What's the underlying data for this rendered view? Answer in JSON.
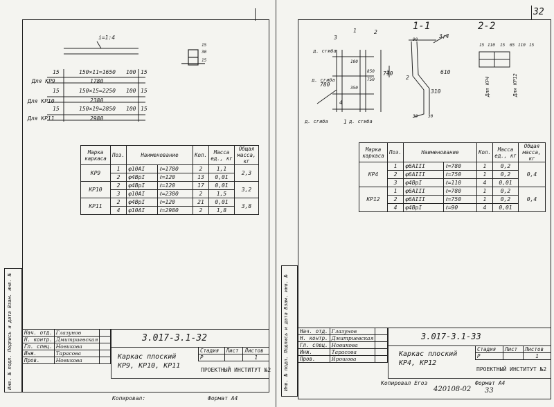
{
  "page_number": "32",
  "left": {
    "taper_label": "i=1:4",
    "dims": [
      {
        "left": "15",
        "mid": "150×11=1650",
        "right1": "100",
        "right2": "15"
      },
      {
        "label": "Для КР9",
        "total": "1780"
      },
      {
        "left": "15",
        "mid": "150×15=2250",
        "right1": "100",
        "right2": "15"
      },
      {
        "label": "Для КР10",
        "total": "2380"
      },
      {
        "left": "15",
        "mid": "150×19=2850",
        "right1": "100",
        "right2": "15"
      },
      {
        "label": "Для КР11",
        "total": "2980"
      }
    ],
    "section_dims": [
      "15",
      "30",
      "15"
    ],
    "table": {
      "headers": [
        "Марка каркаса",
        "Поз.",
        "Наименование",
        "Кол.",
        "Масса ед., кг",
        "Общая масса, кг"
      ],
      "rows": [
        {
          "mark": "КР9",
          "pos": "1",
          "name": "φ10AI",
          "len": "ℓ=1780",
          "qty": "2",
          "mass": "1,1",
          "total": "2,3"
        },
        {
          "mark": "",
          "pos": "2",
          "name": "φ4BpI",
          "len": "ℓ=120",
          "qty": "13",
          "mass": "0,01",
          "total": ""
        },
        {
          "mark": "КР10",
          "pos": "2",
          "name": "φ4BpI",
          "len": "ℓ=120",
          "qty": "17",
          "mass": "0,01",
          "total": "3,2"
        },
        {
          "mark": "",
          "pos": "3",
          "name": "φ10AI",
          "len": "ℓ=2380",
          "qty": "2",
          "mass": "1,5",
          "total": ""
        },
        {
          "mark": "КР11",
          "pos": "2",
          "name": "φ4BpI",
          "len": "ℓ=120",
          "qty": "21",
          "mass": "0,01",
          "total": "3,8"
        },
        {
          "mark": "",
          "pos": "4",
          "name": "φ10AI",
          "len": "ℓ=2980",
          "qty": "2",
          "mass": "1,8",
          "total": ""
        }
      ]
    },
    "side_stamp": "Инв. № подл.  Подпись и дата  Взам. инв. №",
    "title_block": {
      "staff": [
        {
          "role": "Нач. отд.",
          "name": "Глазунов"
        },
        {
          "role": "Н. контр.",
          "name": "Дмитриевская"
        },
        {
          "role": "Гл. спец.",
          "name": "Новикова"
        },
        {
          "role": "Инж.",
          "name": "Тарасова"
        },
        {
          "role": "Пров.",
          "name": "Новикова"
        }
      ],
      "doc_code": "3.017-3.1-32",
      "title": "Каркас плоский КР9, КР10, КР11",
      "stage_hdr": "Стадия",
      "sheet_hdr": "Лист",
      "sheets_hdr": "Листов",
      "stage": "Р",
      "sheet": "",
      "sheets": "1",
      "org": "ПРОЕКТНЫЙ ИНСТИТУТ №2"
    },
    "copied": "Копировал:",
    "format": "Формат А4"
  },
  "right": {
    "section_1": "1-1",
    "section_2": "2-2",
    "bend_labels": [
      "д. сгиба",
      "д. сгиба",
      "д. сгиба",
      "д. сгиба"
    ],
    "pos_labels": [
      "1",
      "2",
      "3",
      "4",
      "2"
    ],
    "dims": [
      "780",
      "710",
      "100",
      "350",
      "850",
      "750",
      "90",
      "30",
      "30",
      "3;4",
      "610",
      "310",
      "2",
      "1"
    ],
    "section_dims": [
      "15",
      "110",
      "15",
      "65",
      "110",
      "15",
      "Для КР4",
      "Для КР12"
    ],
    "table": {
      "headers": [
        "Марка каркаса",
        "Поз.",
        "Наименование",
        "Кол.",
        "Масса ед., кг",
        "Общая масса, кг"
      ],
      "rows": [
        {
          "mark": "КР4",
          "pos": "1",
          "name": "φ6AIII",
          "len": "ℓ=780",
          "qty": "1",
          "mass": "0,2",
          "total": "0,4"
        },
        {
          "mark": "",
          "pos": "2",
          "name": "φ6AIII",
          "len": "ℓ=750",
          "qty": "1",
          "mass": "0,2",
          "total": ""
        },
        {
          "mark": "",
          "pos": "3",
          "name": "φ4BpI",
          "len": "ℓ=110",
          "qty": "4",
          "mass": "0,01",
          "total": ""
        },
        {
          "mark": "КР12",
          "pos": "1",
          "name": "φ6AIII",
          "len": "ℓ=780",
          "qty": "1",
          "mass": "0,2",
          "total": "0,4"
        },
        {
          "mark": "",
          "pos": "2",
          "name": "φ6AIII",
          "len": "ℓ=750",
          "qty": "1",
          "mass": "0,2",
          "total": ""
        },
        {
          "mark": "",
          "pos": "4",
          "name": "φ4BpI",
          "len": "ℓ=90",
          "qty": "4",
          "mass": "0,01",
          "total": ""
        }
      ]
    },
    "side_stamp": "Инв. № подл.  Подпись и дата  Взам. инв. №",
    "title_block": {
      "staff": [
        {
          "role": "Нач. отд.",
          "name": "Глазунов"
        },
        {
          "role": "Н. контр.",
          "name": "Дмитриевская"
        },
        {
          "role": "Гл. спец.",
          "name": "Новикова"
        },
        {
          "role": "Инж.",
          "name": "Тарасова"
        },
        {
          "role": "Пров.",
          "name": "Ярошова"
        }
      ],
      "doc_code": "3.017-3.1-33",
      "title": "Каркас плоский КР4, КР12",
      "stage_hdr": "Стадия",
      "sheet_hdr": "Лист",
      "sheets_hdr": "Листов",
      "stage": "Р",
      "sheet": "",
      "sheets": "1",
      "org": "ПРОЕКТНЫЙ ИНСТИТУТ №2"
    },
    "copied": "Копировал Егоз",
    "format": "Формат А4",
    "archive_no": "420108-02",
    "archive_sheet": "33"
  }
}
